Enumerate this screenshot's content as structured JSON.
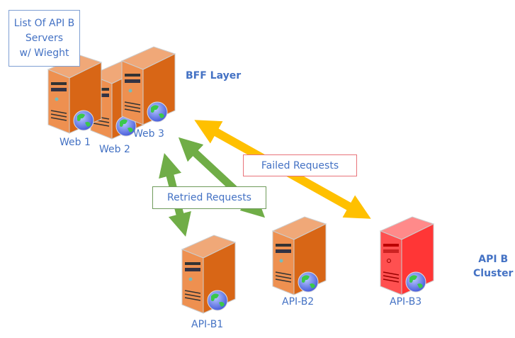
{
  "note_box": {
    "lines": [
      "List Of API B",
      "Servers",
      "w/ Wieght"
    ]
  },
  "layers": {
    "bff": "BFF Layer",
    "api_cluster": [
      "API B",
      "Cluster"
    ]
  },
  "servers": {
    "web": [
      "Web 1",
      "Web 2",
      "Web 3"
    ],
    "api": [
      "API-B1",
      "API-B2",
      "API-B3"
    ]
  },
  "arrows": {
    "failed": "Failed Requests",
    "retried": "Retried Requests"
  },
  "colors": {
    "text": "#4472c4",
    "server": "#e07a2e",
    "failed_server": "#ff4b4b",
    "retry_arrow": "#70ad47",
    "failed_arrow": "#ffc000",
    "failed_border": "#e8737a",
    "retried_border": "#6f9a5a",
    "note_border": "#7f9fd3"
  }
}
